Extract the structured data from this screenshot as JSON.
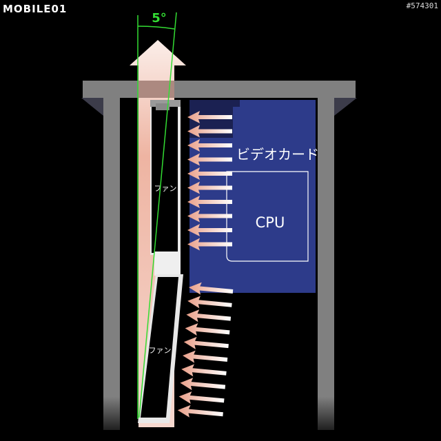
{
  "watermark": {
    "logo": "MOBILE01",
    "image_id": "#574301"
  },
  "diagram": {
    "angle_label": "5°",
    "video_card_label": "ビデオカード",
    "cpu_label": "CPU",
    "fan_upper_label": "ファン",
    "fan_lower_label": "ファン",
    "upper_intake_arrow_count": 10,
    "lower_intake_arrow_count": 10
  },
  "colors": {
    "frame": "#808080",
    "video_card": "#2d3b8a",
    "angle_lines": "#33dd33",
    "airflow": "#eaa58f"
  }
}
